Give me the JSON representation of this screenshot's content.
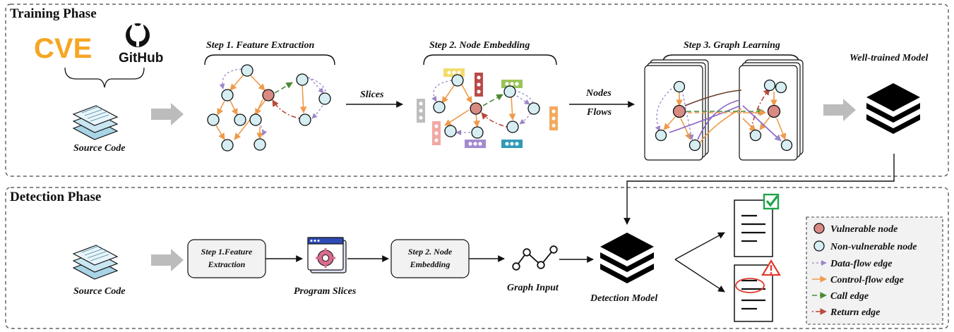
{
  "training_phase": {
    "title": "Training Phase",
    "source_label": "Source Code",
    "logos": {
      "cve": "CVE",
      "github": "GitHub"
    },
    "step1": "Step 1. Feature Extraction",
    "step2": "Step 2. Node Embedding",
    "step3": "Step 3. Graph Learning",
    "slices_label": "Slices",
    "nodes_label": "Nodes",
    "flows_label": "Flows",
    "model_label": "Well-trained Model"
  },
  "detection_phase": {
    "title": "Detection Phase",
    "source_label": "Source Code",
    "box1_line1": "Step 1.Feature",
    "box1_line2": "Extraction",
    "slices_label": "Program Slices",
    "box2_line1": "Step 2. Node",
    "box2_line2": "Embedding",
    "graph_label": "Graph Input",
    "model_label": "Detection Model"
  },
  "legend": [
    {
      "label": "Vulnerable node",
      "kind": "vulnerable"
    },
    {
      "label": "Non-vulnerable node",
      "kind": "non-vulnerable"
    },
    {
      "label": "Data-flow edge",
      "kind": "data-flow",
      "color": "#9b86c8"
    },
    {
      "label": "Control-flow edge",
      "kind": "control-flow",
      "color": "#ef9a4a"
    },
    {
      "label": "Call edge",
      "kind": "call",
      "color": "#4a8a33"
    },
    {
      "label": "Return edge",
      "kind": "return",
      "color": "#b84a3c"
    }
  ],
  "colors": {
    "vulnerable_node": "#d98a83",
    "non_vulnerable_node": "#d6eef2",
    "cve_orange": "#f5a623",
    "ok_badge": "#22a34a",
    "warn_badge": "#e03a2f"
  }
}
